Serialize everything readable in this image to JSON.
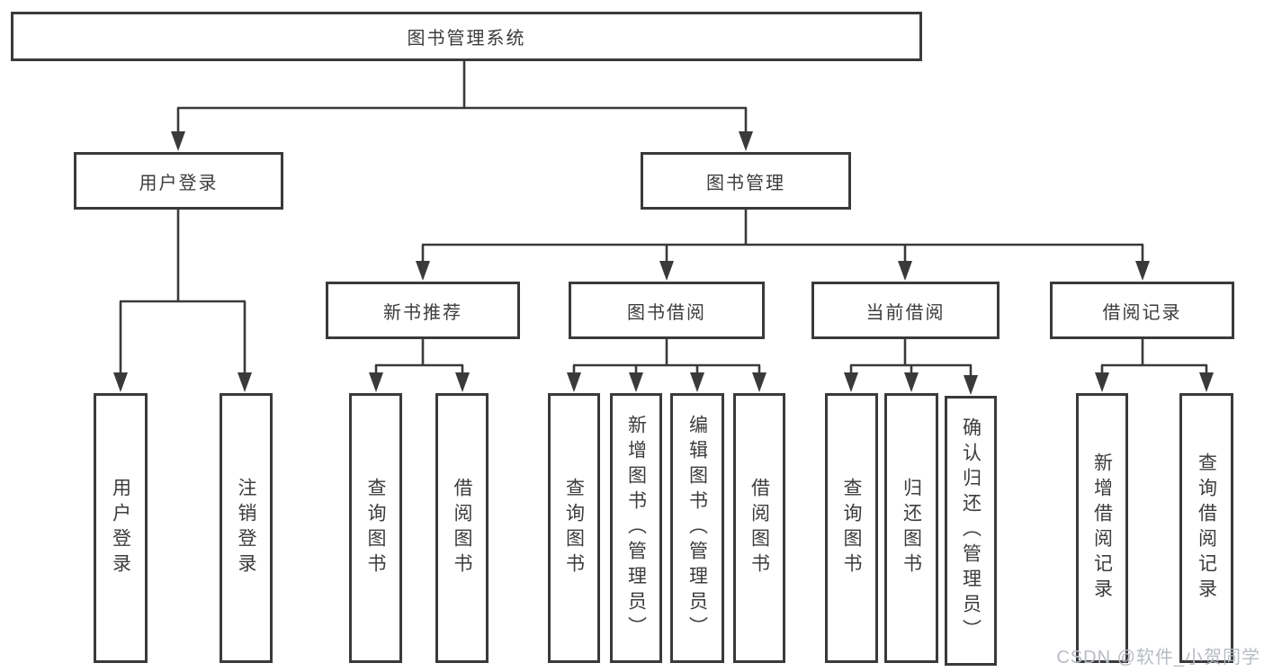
{
  "root": {
    "label": "图书管理系统"
  },
  "branches": [
    {
      "label": "用户登录",
      "leaves": [
        "用户登录",
        "注销登录"
      ]
    },
    {
      "label": "图书管理",
      "children": [
        {
          "label": "新书推荐",
          "leaves": [
            "查询图书",
            "借阅图书"
          ]
        },
        {
          "label": "图书借阅",
          "leaves": [
            "查询图书",
            "新增图书（管理员）",
            "编辑图书（管理员）",
            "借阅图书"
          ]
        },
        {
          "label": "当前借阅",
          "leaves": [
            "查询图书",
            "归还图书",
            "确认归还（管理员）"
          ]
        },
        {
          "label": "借阅记录",
          "leaves": [
            "新增借阅记录",
            "查询借阅记录"
          ]
        }
      ]
    }
  ],
  "watermark": "CSDN @软件_小贺同学",
  "colors": {
    "line": "#3a3a3a",
    "text": "#3c3c3c",
    "watermark": "#b7bbc3",
    "background": "#ffffff"
  }
}
